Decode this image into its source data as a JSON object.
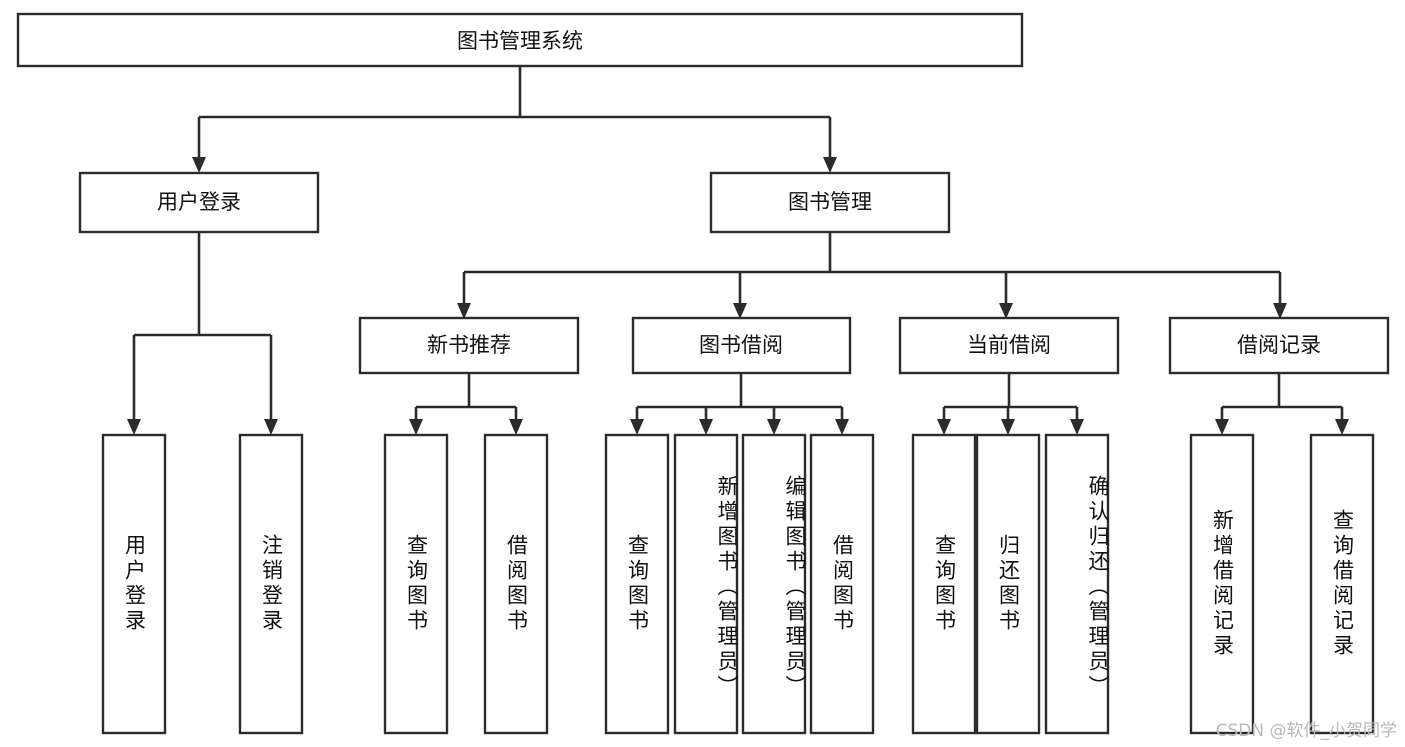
{
  "diagram": {
    "type": "tree-hierarchy-chart",
    "title": "图书管理系统",
    "background_color": "#ffffff",
    "line_color": "#2b2b2b",
    "text_color": "#111111",
    "root": {
      "label": "图书管理系统"
    },
    "level2": [
      {
        "label": "用户登录"
      },
      {
        "label": "图书管理"
      }
    ],
    "level3": [
      {
        "label": "新书推荐"
      },
      {
        "label": "图书借阅"
      },
      {
        "label": "当前借阅"
      },
      {
        "label": "借阅记录"
      }
    ],
    "leaves": {
      "user_login": [
        {
          "label": "用户登录"
        },
        {
          "label": "注销登录"
        }
      ],
      "new_book_recommend": [
        {
          "label": "查询图书"
        },
        {
          "label": "借阅图书"
        }
      ],
      "book_borrow": [
        {
          "label": "查询图书"
        },
        {
          "label": "新增图书（管理员）"
        },
        {
          "label": "编辑图书（管理员）"
        },
        {
          "label": "借阅图书"
        }
      ],
      "current_borrow": [
        {
          "label": "查询图书"
        },
        {
          "label": "归还图书"
        },
        {
          "label": "确认归还（管理员）"
        }
      ],
      "borrow_record": [
        {
          "label": "新增借阅记录"
        },
        {
          "label": "查询借阅记录"
        }
      ]
    }
  },
  "watermark": {
    "text": "CSDN @软件_小贺同学"
  }
}
